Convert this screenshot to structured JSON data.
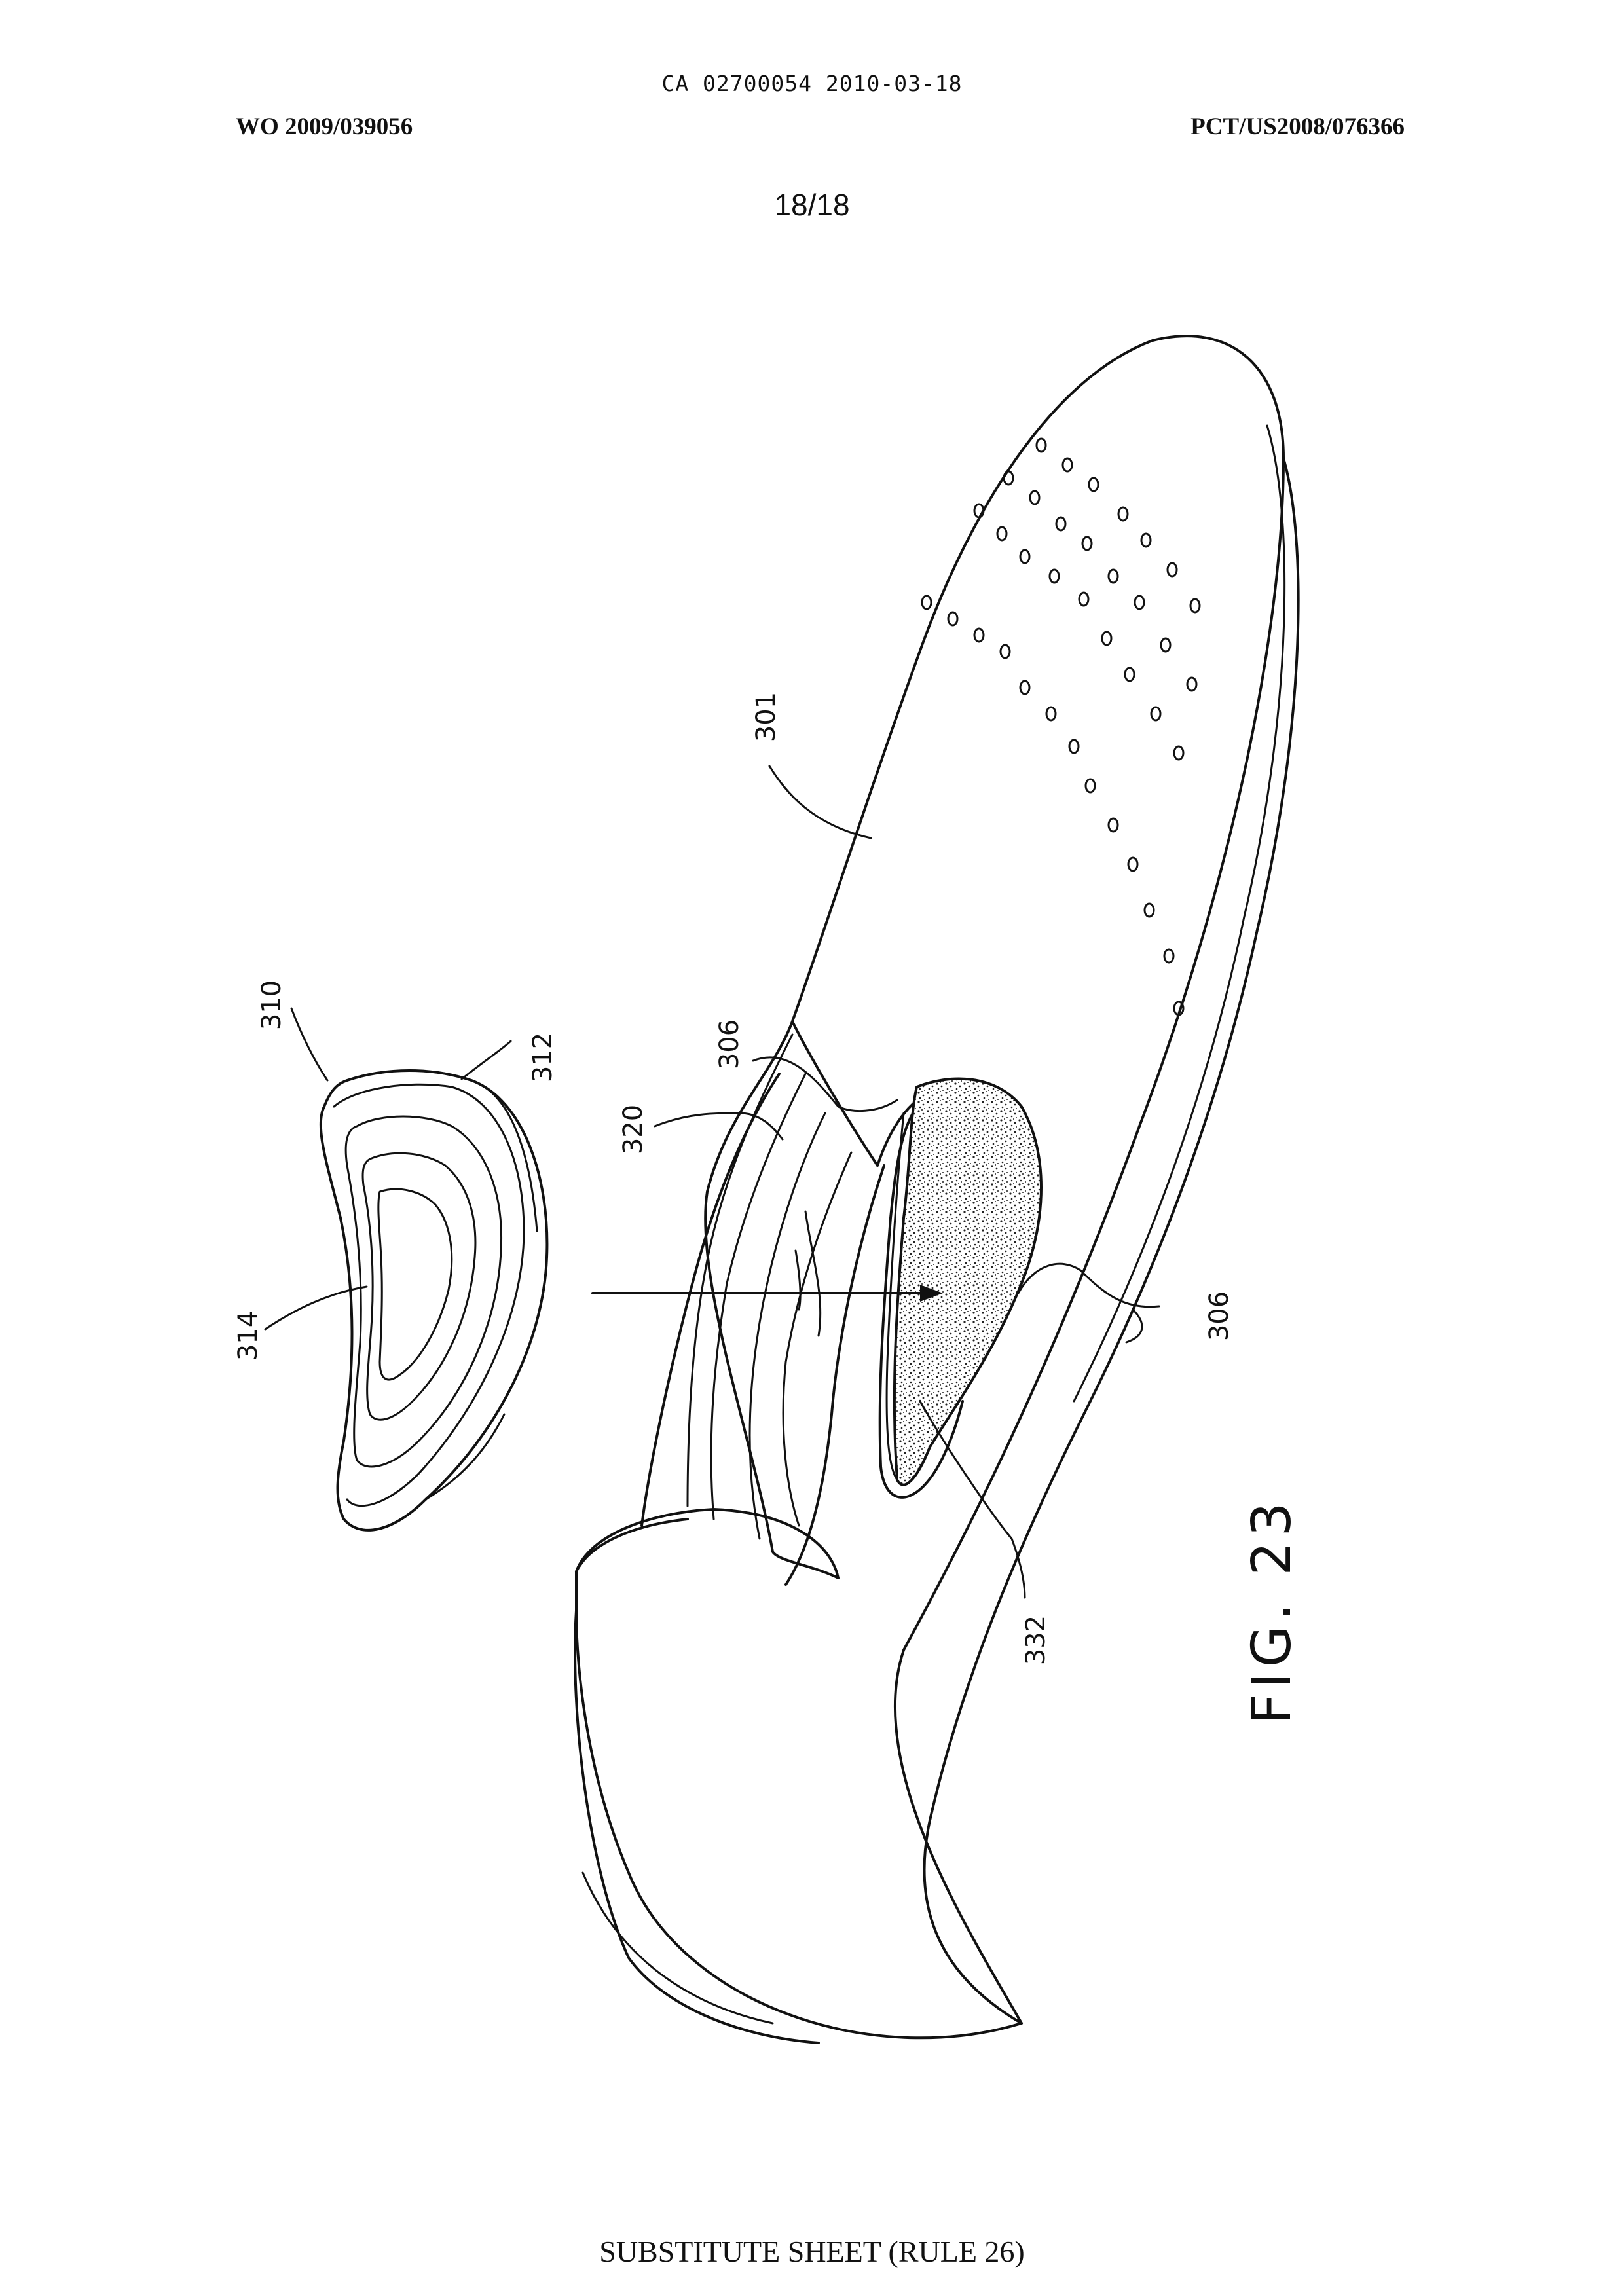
{
  "header": {
    "center": "CA 02700054 2010-03-18",
    "left": "WO 2009/039056",
    "right": "PCT/US2008/076366"
  },
  "sheet_number": "18/18",
  "figure": {
    "label": "FIG. 23",
    "reference_numerals": {
      "r301": "301",
      "r306_upper": "306",
      "r306_right": "306",
      "r310": "310",
      "r312": "312",
      "r314": "314",
      "r320": "320",
      "r332": "332"
    }
  },
  "footer": "SUBSTITUTE SHEET (RULE 26)"
}
